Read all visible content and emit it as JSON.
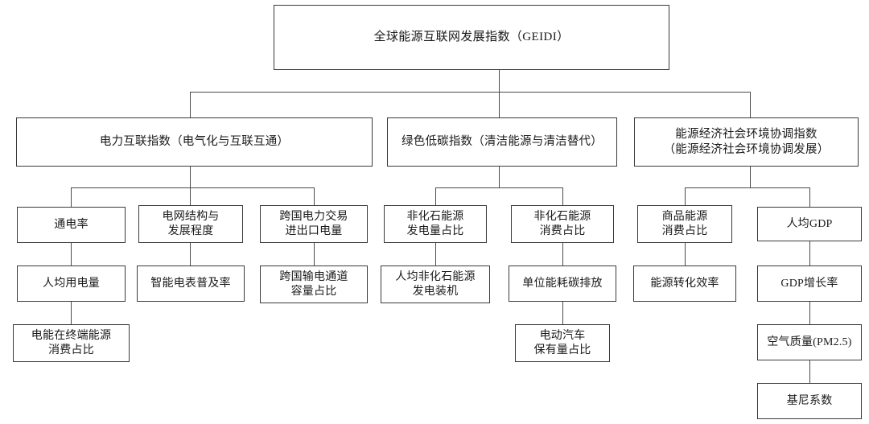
{
  "diagram": {
    "type": "hierarchy-tree",
    "title_text": "全球能源互联网发展指数（GEIDI）",
    "colors": {
      "box_border": "#3a3a3a",
      "connector": "#4a4a4a",
      "background": "#ffffff",
      "text": "#1a1a1a"
    },
    "root": {
      "label": "全球能源互联网发展指数（GEIDI）"
    },
    "branches": [
      {
        "id": "power-interconnection",
        "label": "电力互联指数（电气化与互联互通）",
        "columns": [
          {
            "id": "electrification-rate-chain",
            "items": [
              {
                "label": "通电率"
              },
              {
                "label": "人均用电量"
              },
              {
                "label": "电能在终端能源\n消费占比"
              }
            ]
          },
          {
            "id": "grid-structure-chain",
            "items": [
              {
                "label": "电网结构与\n发展程度"
              },
              {
                "label": "智能电表普及率"
              }
            ]
          },
          {
            "id": "cross-border-trade-chain",
            "items": [
              {
                "label": "跨国电力交易\n进出口电量"
              },
              {
                "label": "跨国输电通道\n容量占比"
              }
            ]
          }
        ]
      },
      {
        "id": "green-low-carbon",
        "label": "绿色低碳指数（清洁能源与清洁替代）",
        "columns": [
          {
            "id": "non-fossil-generation-chain",
            "items": [
              {
                "label": "非化石能源\n发电量占比"
              },
              {
                "label": "人均非化石能源\n发电装机"
              }
            ]
          },
          {
            "id": "non-fossil-consumption-chain",
            "items": [
              {
                "label": "非化石能源\n消费占比"
              },
              {
                "label": "单位能耗碳排放"
              },
              {
                "label": "电动汽车\n保有量占比"
              }
            ]
          }
        ]
      },
      {
        "id": "energy-economy-society-environment",
        "label": "能源经济社会环境协调指数\n（能源经济社会环境协调发展）",
        "columns": [
          {
            "id": "commercial-energy-chain",
            "items": [
              {
                "label": "商品能源\n消费占比"
              },
              {
                "label": "能源转化效率"
              }
            ]
          },
          {
            "id": "gdp-chain",
            "items": [
              {
                "label": "人均GDP"
              },
              {
                "label": "GDP增长率"
              },
              {
                "label": "空气质量(PM2.5)"
              },
              {
                "label": "基尼系数"
              }
            ]
          }
        ]
      }
    ]
  }
}
